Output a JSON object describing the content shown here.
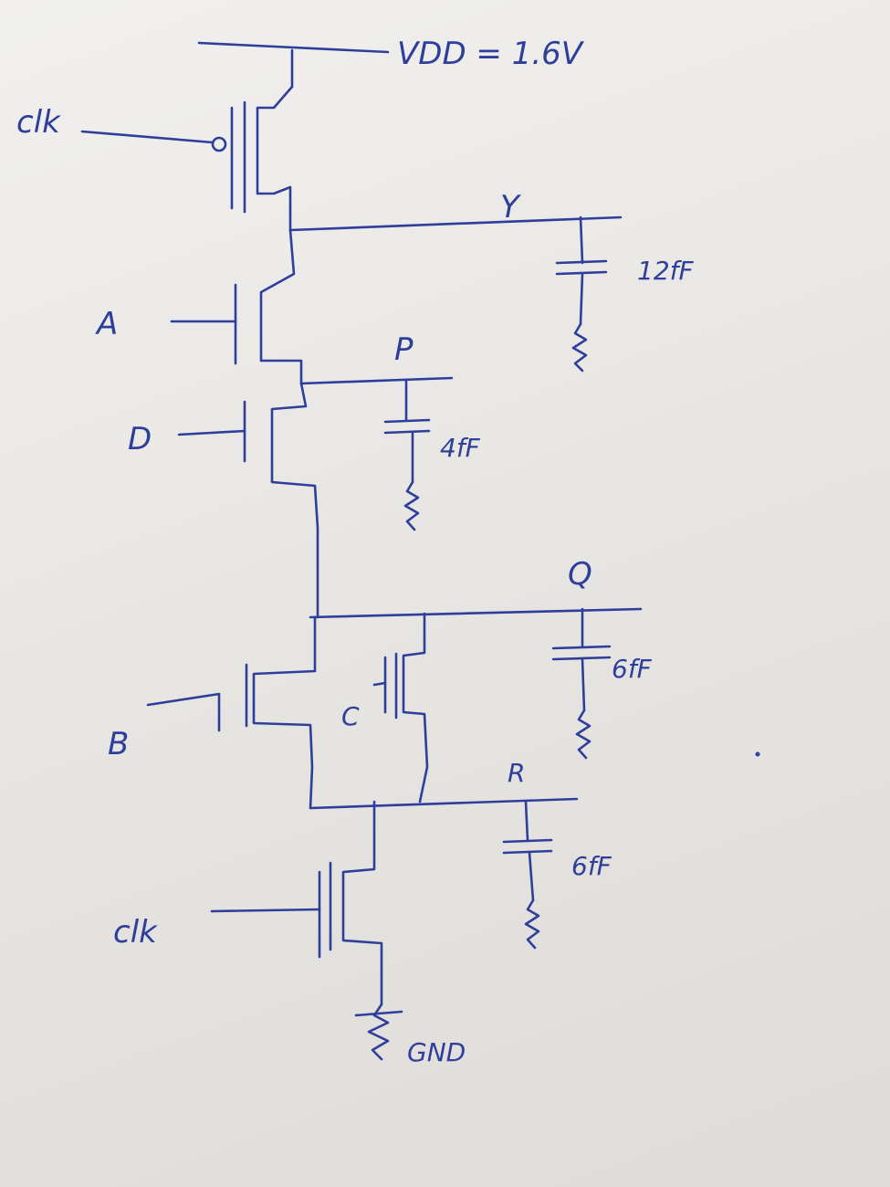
{
  "supply": {
    "label": "VDD = 1.6V"
  },
  "ground": {
    "label": "GND"
  },
  "inputs": {
    "clk_top": "clk",
    "a": "A",
    "d": "D",
    "b": "B",
    "c": "C",
    "clk_bottom": "clk"
  },
  "nodes": {
    "y": {
      "name": "Y",
      "cap": "12fF"
    },
    "p": {
      "name": "P",
      "cap": "4fF"
    },
    "q": {
      "name": "Q",
      "cap": "6fF"
    },
    "r": {
      "name": "R",
      "cap": "6fF"
    }
  }
}
